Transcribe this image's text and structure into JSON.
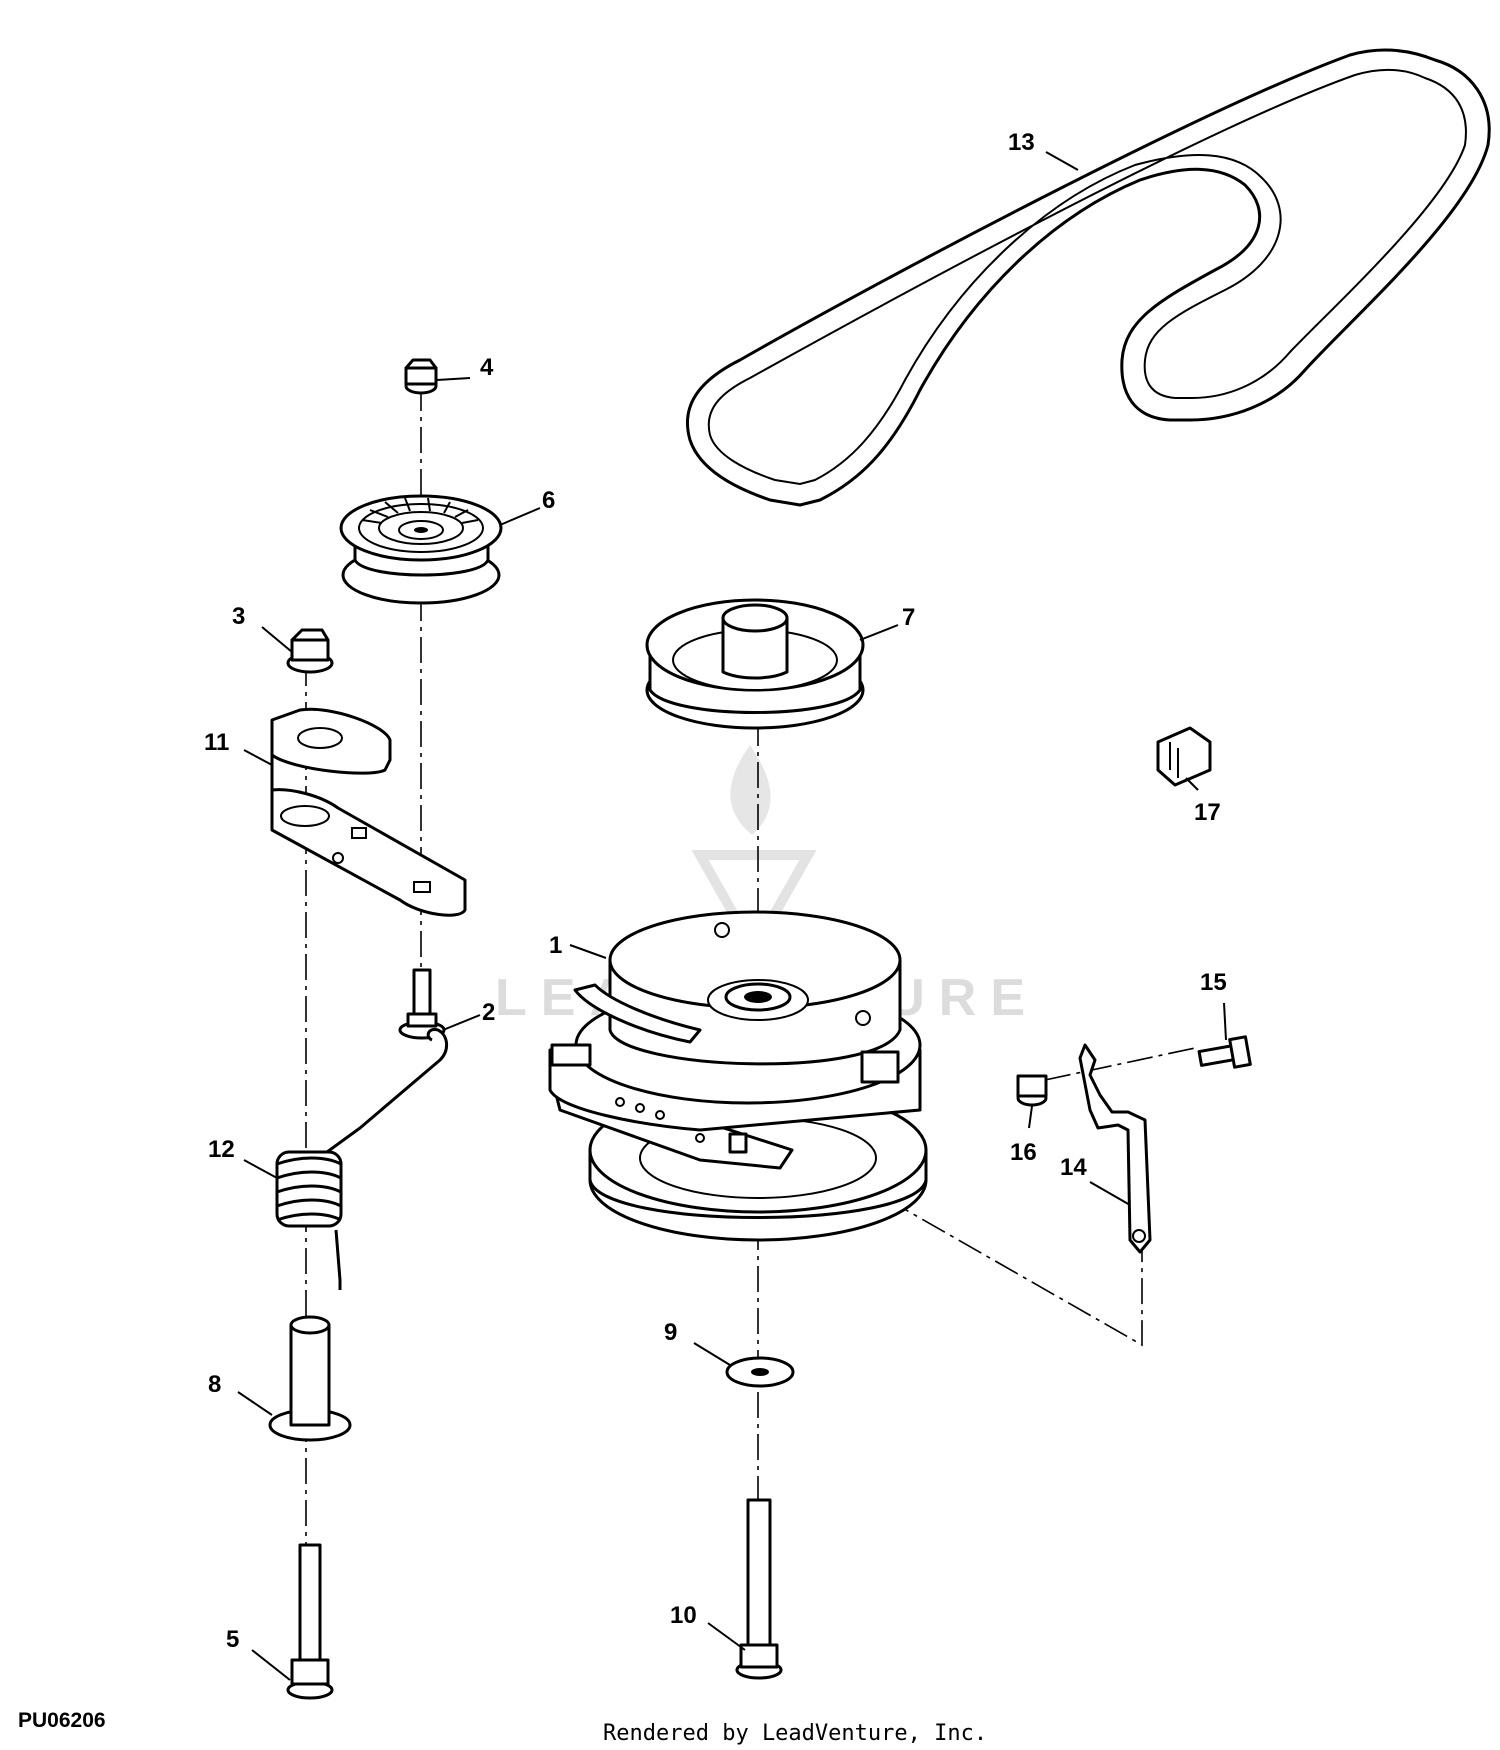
{
  "callouts": [
    {
      "id": "1",
      "label": "1"
    },
    {
      "id": "2",
      "label": "2"
    },
    {
      "id": "3",
      "label": "3"
    },
    {
      "id": "4",
      "label": "4"
    },
    {
      "id": "5",
      "label": "5"
    },
    {
      "id": "6",
      "label": "6"
    },
    {
      "id": "7",
      "label": "7"
    },
    {
      "id": "8",
      "label": "8"
    },
    {
      "id": "9",
      "label": "9"
    },
    {
      "id": "10",
      "label": "10"
    },
    {
      "id": "11",
      "label": "11"
    },
    {
      "id": "12",
      "label": "12"
    },
    {
      "id": "13",
      "label": "13"
    },
    {
      "id": "14",
      "label": "14"
    },
    {
      "id": "15",
      "label": "15"
    },
    {
      "id": "16",
      "label": "16"
    },
    {
      "id": "17",
      "label": "17"
    }
  ],
  "figure_id": "PU06206",
  "credit": "Rendered by LeadVenture, Inc.",
  "watermark": "LEADVENTURE",
  "colors": {
    "ink": "#000000",
    "paper": "#ffffff",
    "watermark": "#dcdcdc"
  }
}
